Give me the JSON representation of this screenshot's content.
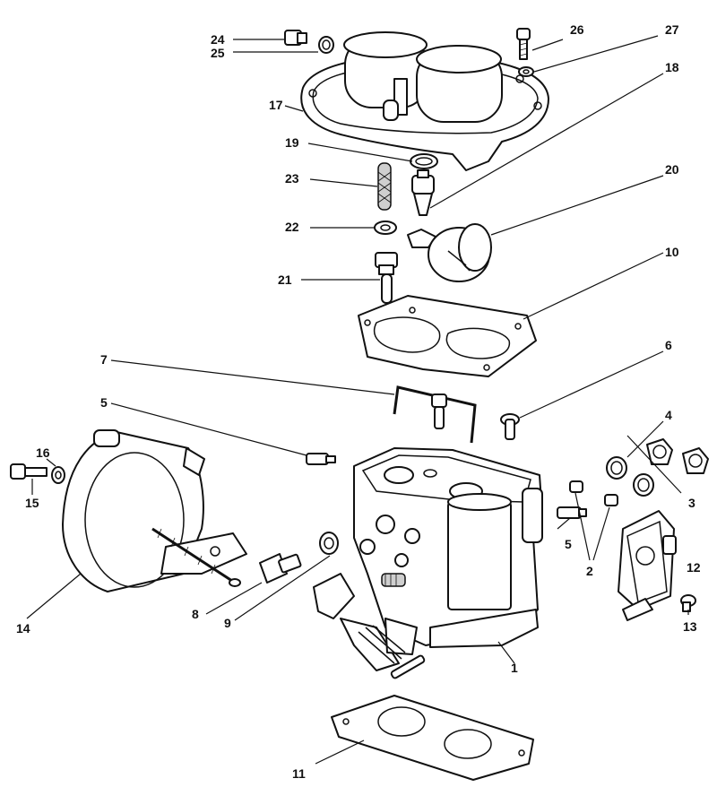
{
  "callouts": {
    "c1": "1",
    "c2": "2",
    "c3": "3",
    "c4": "4",
    "c5a": "5",
    "c5b": "5",
    "c6": "6",
    "c7": "7",
    "c8": "8",
    "c9": "9",
    "c10": "10",
    "c11": "11",
    "c12": "12",
    "c13": "13",
    "c14": "14",
    "c15": "15",
    "c16": "16",
    "c17": "17",
    "c18": "18",
    "c19": "19",
    "c20": "20",
    "c21": "21",
    "c22": "22",
    "c23": "23",
    "c24": "24",
    "c25": "25",
    "c26": "26",
    "c27": "27"
  }
}
